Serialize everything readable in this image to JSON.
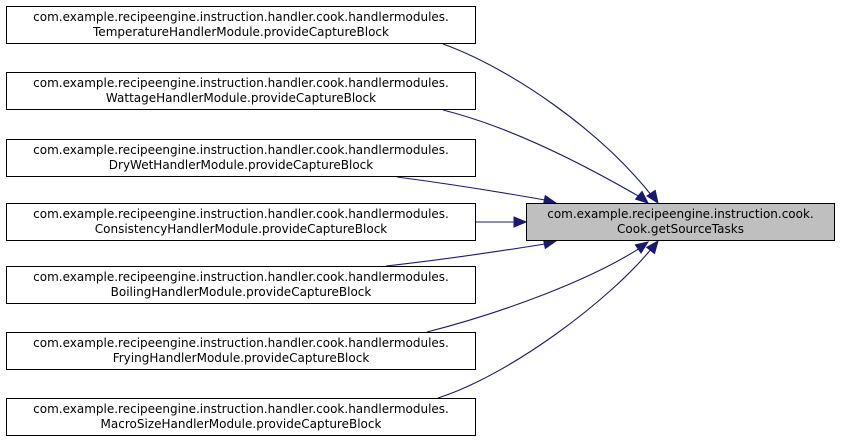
{
  "diagram": {
    "colors": {
      "edge": "#191970",
      "node_border": "#000000",
      "target_fill": "#bfbfbf",
      "node_fill": "#ffffff"
    },
    "target": {
      "line1": "com.example.recipeengine.instruction.cook.",
      "line2": "Cook.getSourceTasks"
    },
    "callers": [
      {
        "line1": "com.example.recipeengine.instruction.handler.cook.handlermodules.",
        "line2": "TemperatureHandlerModule.provideCaptureBlock"
      },
      {
        "line1": "com.example.recipeengine.instruction.handler.cook.handlermodules.",
        "line2": "WattageHandlerModule.provideCaptureBlock"
      },
      {
        "line1": "com.example.recipeengine.instruction.handler.cook.handlermodules.",
        "line2": "DryWetHandlerModule.provideCaptureBlock"
      },
      {
        "line1": "com.example.recipeengine.instruction.handler.cook.handlermodules.",
        "line2": "ConsistencyHandlerModule.provideCaptureBlock"
      },
      {
        "line1": "com.example.recipeengine.instruction.handler.cook.handlermodules.",
        "line2": "BoilingHandlerModule.provideCaptureBlock"
      },
      {
        "line1": "com.example.recipeengine.instruction.handler.cook.handlermodules.",
        "line2": "FryingHandlerModule.provideCaptureBlock"
      },
      {
        "line1": "com.example.recipeengine.instruction.handler.cook.handlermodules.",
        "line2": "MacroSizeHandlerModule.provideCaptureBlock"
      }
    ]
  }
}
